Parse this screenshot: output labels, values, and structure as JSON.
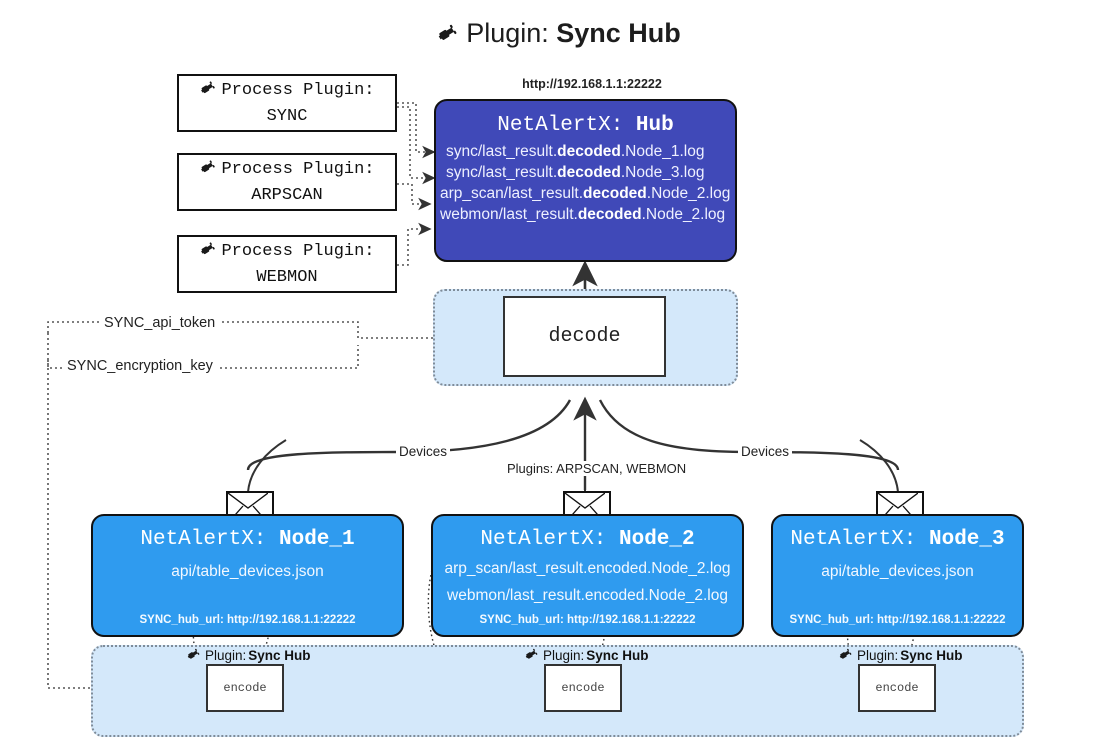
{
  "title": {
    "prefix": "Plugin: ",
    "name": "Sync Hub",
    "icon": "plug-icon"
  },
  "process_plugins": [
    {
      "heading": "Process Plugin:",
      "name": "SYNC"
    },
    {
      "heading": "Process Plugin:",
      "name": "ARPSCAN"
    },
    {
      "heading": "Process Plugin:",
      "name": "WEBMON"
    }
  ],
  "hub": {
    "url": "http://192.168.1.1:22222",
    "title_prefix": "NetAlertX: ",
    "title_name": "Hub",
    "logs": [
      {
        "pre": "sync/last_result.",
        "bold": "decoded",
        "post": ".Node_1.log"
      },
      {
        "pre": "sync/last_result.",
        "bold": "decoded",
        "post": ".Node_3.log"
      },
      {
        "pre": "arp_scan/last_result.",
        "bold": "decoded",
        "post": ".Node_2.log"
      },
      {
        "pre": "webmon/last_result.",
        "bold": "decoded",
        "post": ".Node_2.log"
      }
    ]
  },
  "decode": {
    "label": "decode"
  },
  "tokens": {
    "api_token": "SYNC_api_token",
    "encryption_key": "SYNC_encryption_key"
  },
  "edge_labels": {
    "devices_left": "Devices",
    "devices_right": "Devices",
    "plugins_center": "Plugins: ARPSCAN, WEBMON"
  },
  "nodes": [
    {
      "title_prefix": "NetAlertX: ",
      "title_name": "Node_1",
      "lines": [
        "api/table_devices.json"
      ],
      "hub_url_label": "SYNC_hub_url: http://192.168.1.1:22222",
      "envelope_icon": "envelope-icon"
    },
    {
      "title_prefix": "NetAlertX: ",
      "title_name": "Node_2",
      "lines": [
        "arp_scan/last_result.encoded.Node_2.log",
        "webmon/last_result.encoded.Node_2.log"
      ],
      "hub_url_label": "SYNC_hub_url: http://192.168.1.1:22222",
      "envelope_icon": "envelope-icon"
    },
    {
      "title_prefix": "NetAlertX: ",
      "title_name": "Node_3",
      "lines": [
        "api/table_devices.json"
      ],
      "hub_url_label": "SYNC_hub_url: http://192.168.1.1:22222",
      "envelope_icon": "envelope-icon"
    }
  ],
  "encoders": [
    {
      "label_prefix": "Plugin: ",
      "label_name": "Sync Hub",
      "box": "encode",
      "icon": "plug-icon"
    },
    {
      "label_prefix": "Plugin: ",
      "label_name": "Sync Hub",
      "box": "encode",
      "icon": "plug-icon"
    },
    {
      "label_prefix": "Plugin: ",
      "label_name": "Sync Hub",
      "box": "encode",
      "icon": "plug-icon"
    }
  ],
  "colors": {
    "hub": "#4049b8",
    "node": "#2f9bef",
    "group": "#d4e8fa",
    "edge": "#333333",
    "text": "#222222"
  }
}
